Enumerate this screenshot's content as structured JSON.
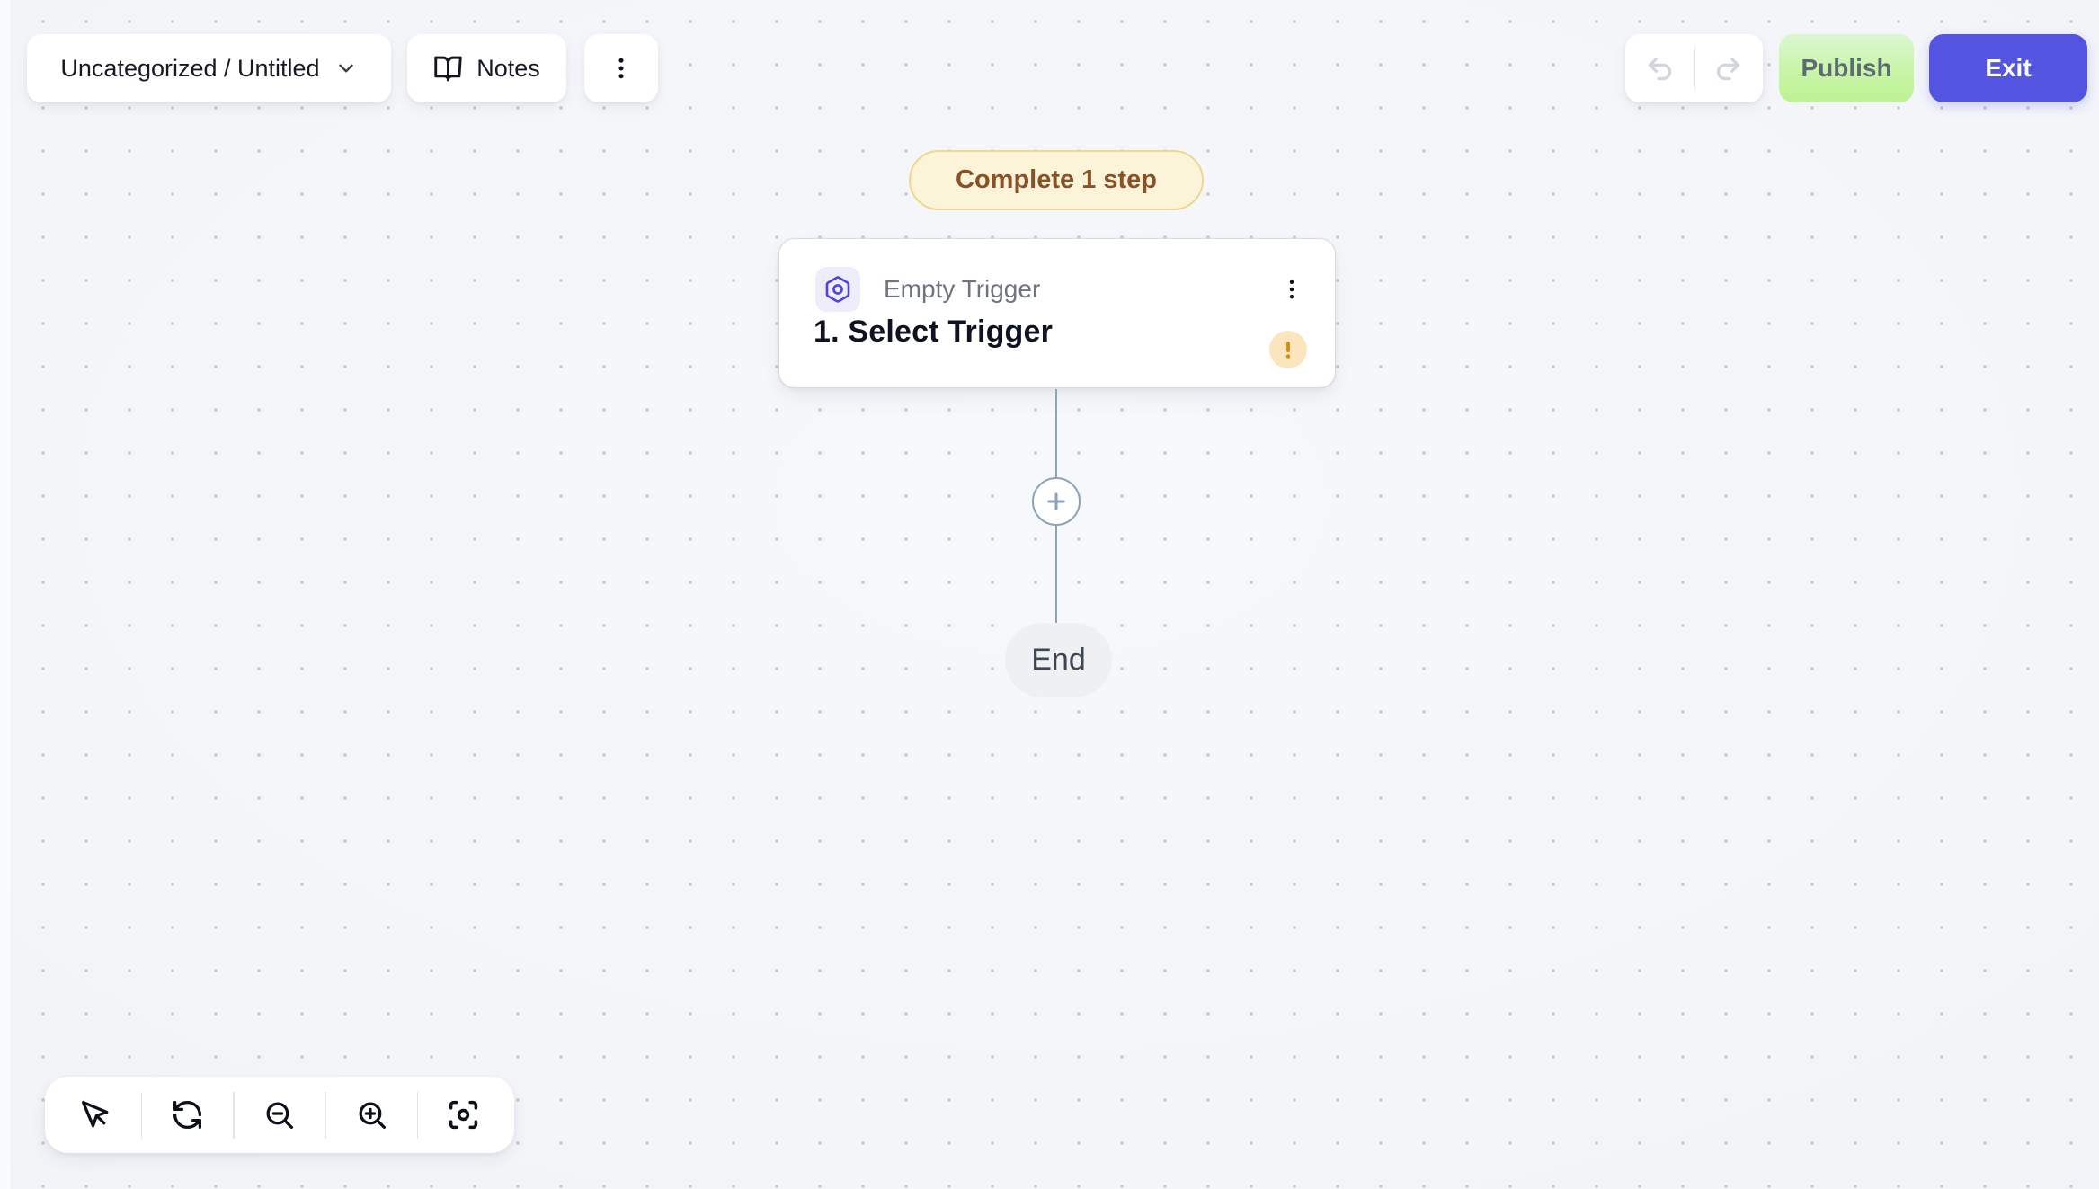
{
  "header": {
    "project_selector": {
      "label": "Uncategorized / Untitled",
      "icon": "chevron-down-icon"
    },
    "notes_button": {
      "label": "Notes",
      "icon": "book-open-icon"
    },
    "more_button": {
      "icon": "ellipsis-vertical-icon"
    },
    "history": {
      "undo_icon": "undo-arrow-icon",
      "redo_icon": "redo-arrow-icon",
      "disabled": true
    },
    "publish_button": {
      "label": "Publish",
      "disabled": true
    },
    "exit_button": {
      "label": "Exit"
    }
  },
  "canvas": {
    "incomplete_badge": {
      "label": "Complete 1 step"
    },
    "trigger_node": {
      "step_type": "Empty Trigger",
      "step_title": "1. Select Trigger",
      "icon": "hexagon-nut-icon",
      "menu_icon": "ellipsis-vertical-icon",
      "status_icon": "warning-exclamation-icon"
    },
    "add_step_button": {
      "icon": "plus-icon"
    },
    "end_node": {
      "label": "End"
    }
  },
  "zoom_toolbar": {
    "buttons": [
      {
        "name": "select-tool",
        "icon": "mouse-pointer-icon"
      },
      {
        "name": "reset-view",
        "icon": "refresh-icon"
      },
      {
        "name": "zoom-out",
        "icon": "zoom-out-icon"
      },
      {
        "name": "zoom-in",
        "icon": "zoom-in-icon"
      },
      {
        "name": "fit-to-view",
        "icon": "focus-frame-icon"
      }
    ]
  },
  "colors": {
    "canvas_bg": "#f2f4f8",
    "canvas_edge": "#e8eaf3",
    "grid_dot": "#c7c9d4",
    "accent_indigo": "#5355e0",
    "publish_green_top": "#daf7d0",
    "publish_green_bottom": "#bdf294",
    "badge_bg": "#fcf4d9",
    "badge_border": "#f2d68c",
    "badge_text": "#8a5026",
    "trigger_icon_indigo": "#5143e1",
    "trigger_icon_bg": "#eeedfb",
    "warning_bg": "#fbe5bd",
    "warning_fg": "#cf8d0c",
    "connector": "#8ca2b9",
    "end_node_bg": "#eff0f4"
  }
}
